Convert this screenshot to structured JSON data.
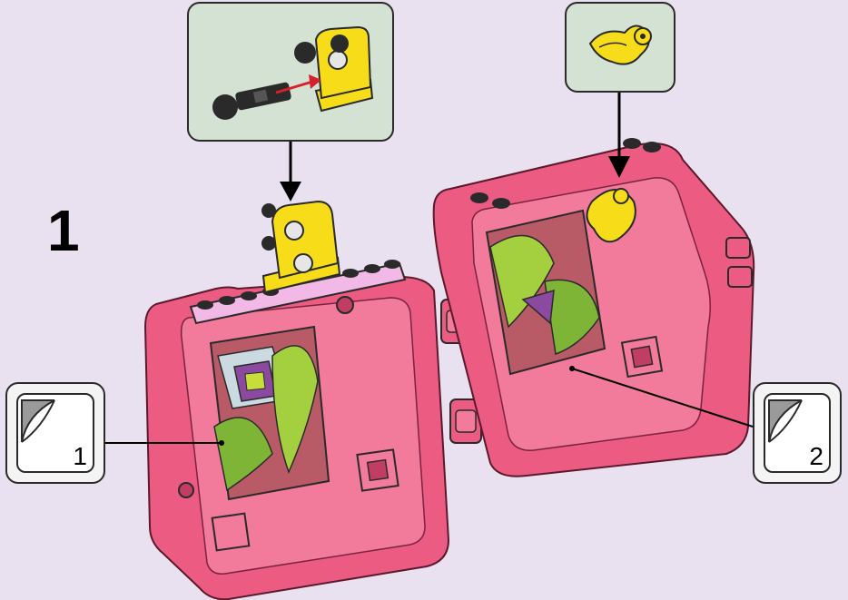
{
  "step": {
    "number": "1"
  },
  "stickers": [
    {
      "label": "1"
    },
    {
      "label": "2"
    }
  ],
  "colors": {
    "background": "#e9e1ef",
    "callout_fill": "#d3e2d2",
    "case_pink": "#ec5b82",
    "case_pink_dark": "#b8345b",
    "plate_lilac": "#f2b8e6",
    "part_yellow": "#f7dc19",
    "arrow_red": "#d8202a"
  },
  "icons": {
    "step_callout_part": "technic-pin-connector-icon",
    "step_callout_small": "yellow-flower-plate-icon",
    "sticker_badge": "sticker-peel-icon"
  }
}
